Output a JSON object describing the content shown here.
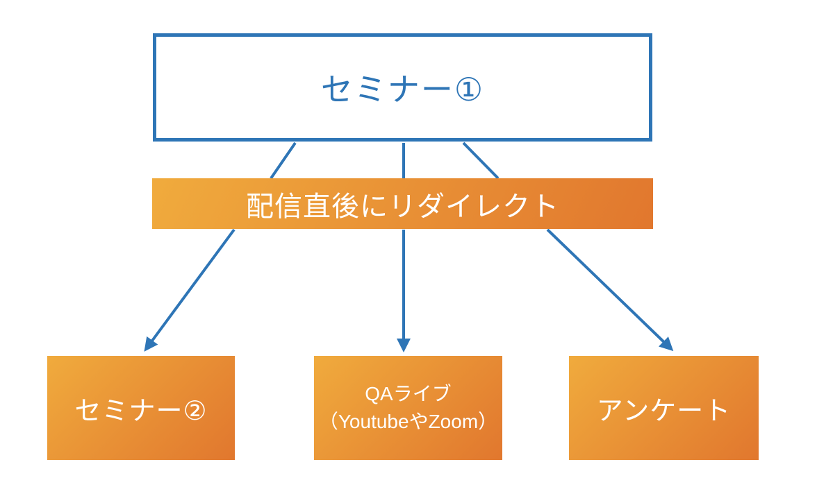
{
  "diagram": {
    "title_box": {
      "label": "セミナー①"
    },
    "banner": {
      "label": "配信直後にリダイレクト"
    },
    "bottom_boxes": [
      {
        "label": "セミナー②"
      },
      {
        "label": "QAライブ",
        "sublabel": "（YoutubeやZoom）"
      },
      {
        "label": "アンケート"
      }
    ]
  },
  "colors": {
    "blue": "#2E75B6",
    "orange_light": "#F0AB3D",
    "orange_dark": "#E1772E",
    "text_white": "#FFFFFF",
    "background": "#FFFFFF"
  }
}
